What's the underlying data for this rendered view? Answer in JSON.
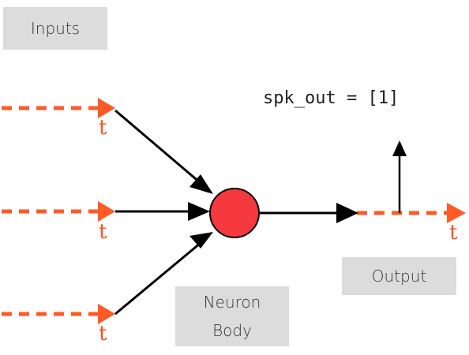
{
  "labels": {
    "inputs": "Inputs",
    "output": "Output",
    "neuron_line1": "Neuron",
    "neuron_line2": "Body",
    "spike_output": "spk_out = [1]"
  },
  "time_label": "t",
  "colors": {
    "spike_train": "#ff5a26",
    "neuron": "#f5393f",
    "arrow": "#000000",
    "label_box": "#dcdcdc"
  }
}
